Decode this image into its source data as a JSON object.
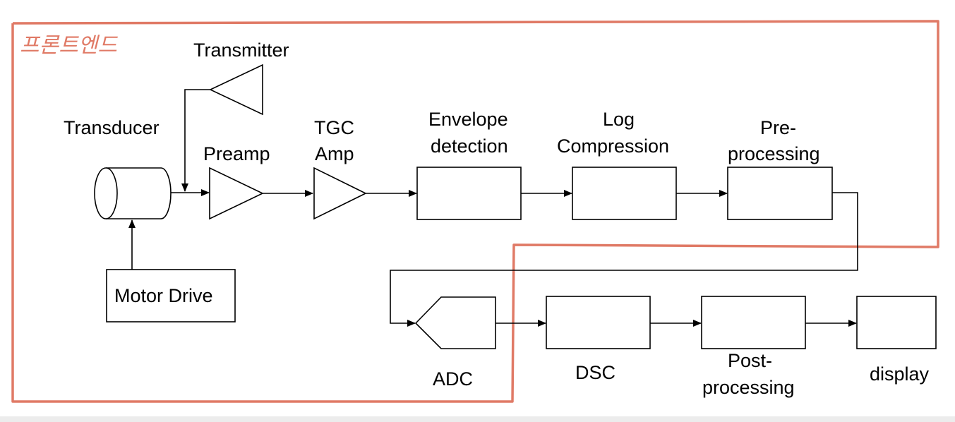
{
  "annotation": {
    "text": "프론트엔드",
    "color": "#e07a66"
  },
  "blocks": {
    "transducer": "Transducer",
    "transmitter": "Transmitter",
    "motor_drive": "Motor Drive",
    "preamp": "Preamp",
    "tgc_amp": [
      "TGC",
      "Amp"
    ],
    "envelope": [
      "Envelope",
      "detection"
    ],
    "log": [
      "Log",
      "Compression"
    ],
    "pre": [
      "Pre-",
      "processing"
    ],
    "adc": "ADC",
    "dsc": "DSC",
    "post": [
      "Post-",
      "processing"
    ],
    "display": "display"
  }
}
